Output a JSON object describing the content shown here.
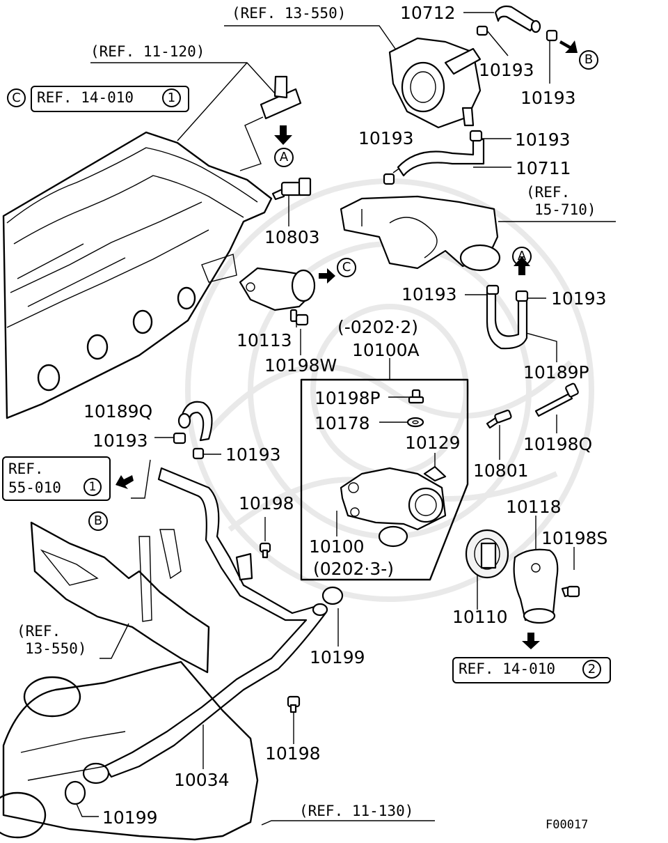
{
  "refs": {
    "r13_550_top": "(REF. 13-550)",
    "r11_120": "(REF. 11-120)",
    "r14_010_1": "REF. 14-010",
    "r15_710_a": "(REF.",
    "r15_710_b": "15-710)",
    "r55_010_a": "REF.",
    "r55_010_b": "55-010",
    "r13_550_left_a": "(REF.",
    "r13_550_left_b": "13-550)",
    "r14_010_2": "REF. 14-010",
    "r11_130": "(REF. 11-130)"
  },
  "connectors": {
    "A": "A",
    "B": "B",
    "C": "C",
    "n1": "1",
    "n2": "2"
  },
  "parts": {
    "p10712": "10712",
    "p10193_a": "10193",
    "p10193_b": "10193",
    "p10193_c": "10193",
    "p10193_d": "10193",
    "p10711": "10711",
    "p10803": "10803",
    "p10193_e": "10193",
    "p10193_f": "10193",
    "p10113": "10113",
    "p10198W": "10198W",
    "p10189P": "10189P",
    "p_date_a": "(-0202·2)",
    "p10100A": "10100A",
    "p10198P": "10198P",
    "p10178": "10178",
    "p10129": "10129",
    "p10198Q": "10198Q",
    "p10189Q": "10189Q",
    "p10193_g": "10193",
    "p10193_h": "10193",
    "p10198": "10198",
    "p10801": "10801",
    "p10118": "10118",
    "p10198S": "10198S",
    "p10100": "10100",
    "p_date_b": "(0202·3-)",
    "p10110": "10110",
    "p10199_a": "10199",
    "p10198_b": "10198",
    "p10034": "10034",
    "p10199_b": "10199"
  },
  "figure_id": "F00017"
}
